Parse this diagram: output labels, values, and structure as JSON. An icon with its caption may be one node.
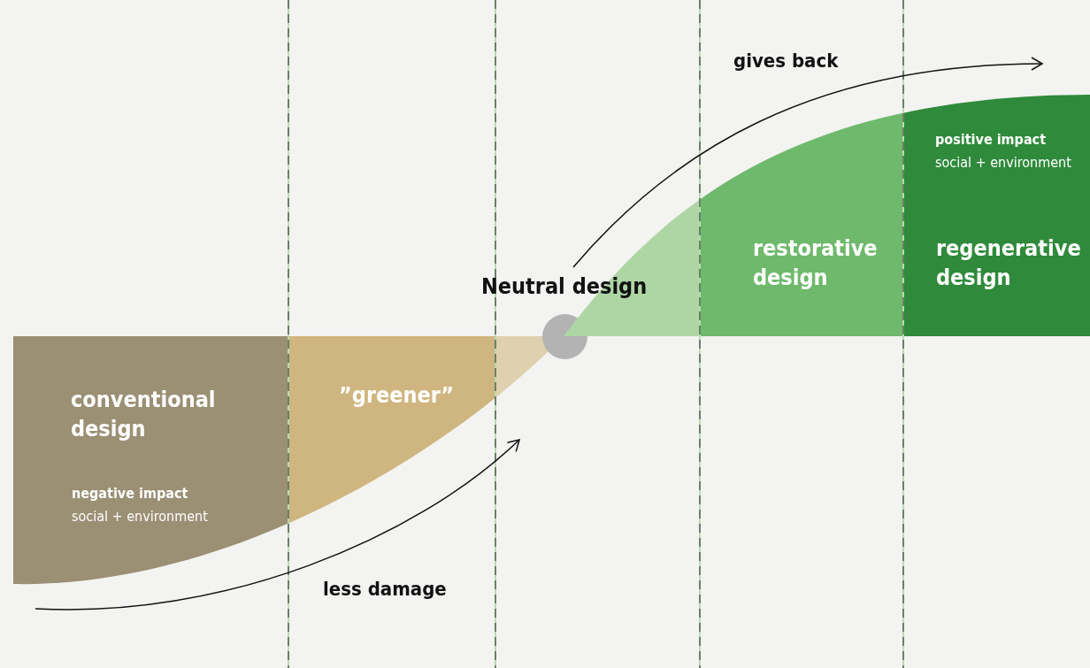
{
  "diagram": {
    "nodes": [
      {
        "text": [
          "conventional design",
          "negative impact",
          "social + environment"
        ]
      },
      {
        "text": [
          "”greener”"
        ]
      },
      {
        "text": [],
        "shape": "band"
      },
      {
        "text": [
          "Neutral design"
        ]
      },
      {
        "text": [],
        "shape": "band"
      },
      {
        "text": [
          "restorative design"
        ]
      },
      {
        "text": [
          "positive impact",
          "social + environment",
          "regenerative design"
        ]
      }
    ],
    "edges": [],
    "labels": [
      "gives back",
      "less damage"
    ]
  }
}
